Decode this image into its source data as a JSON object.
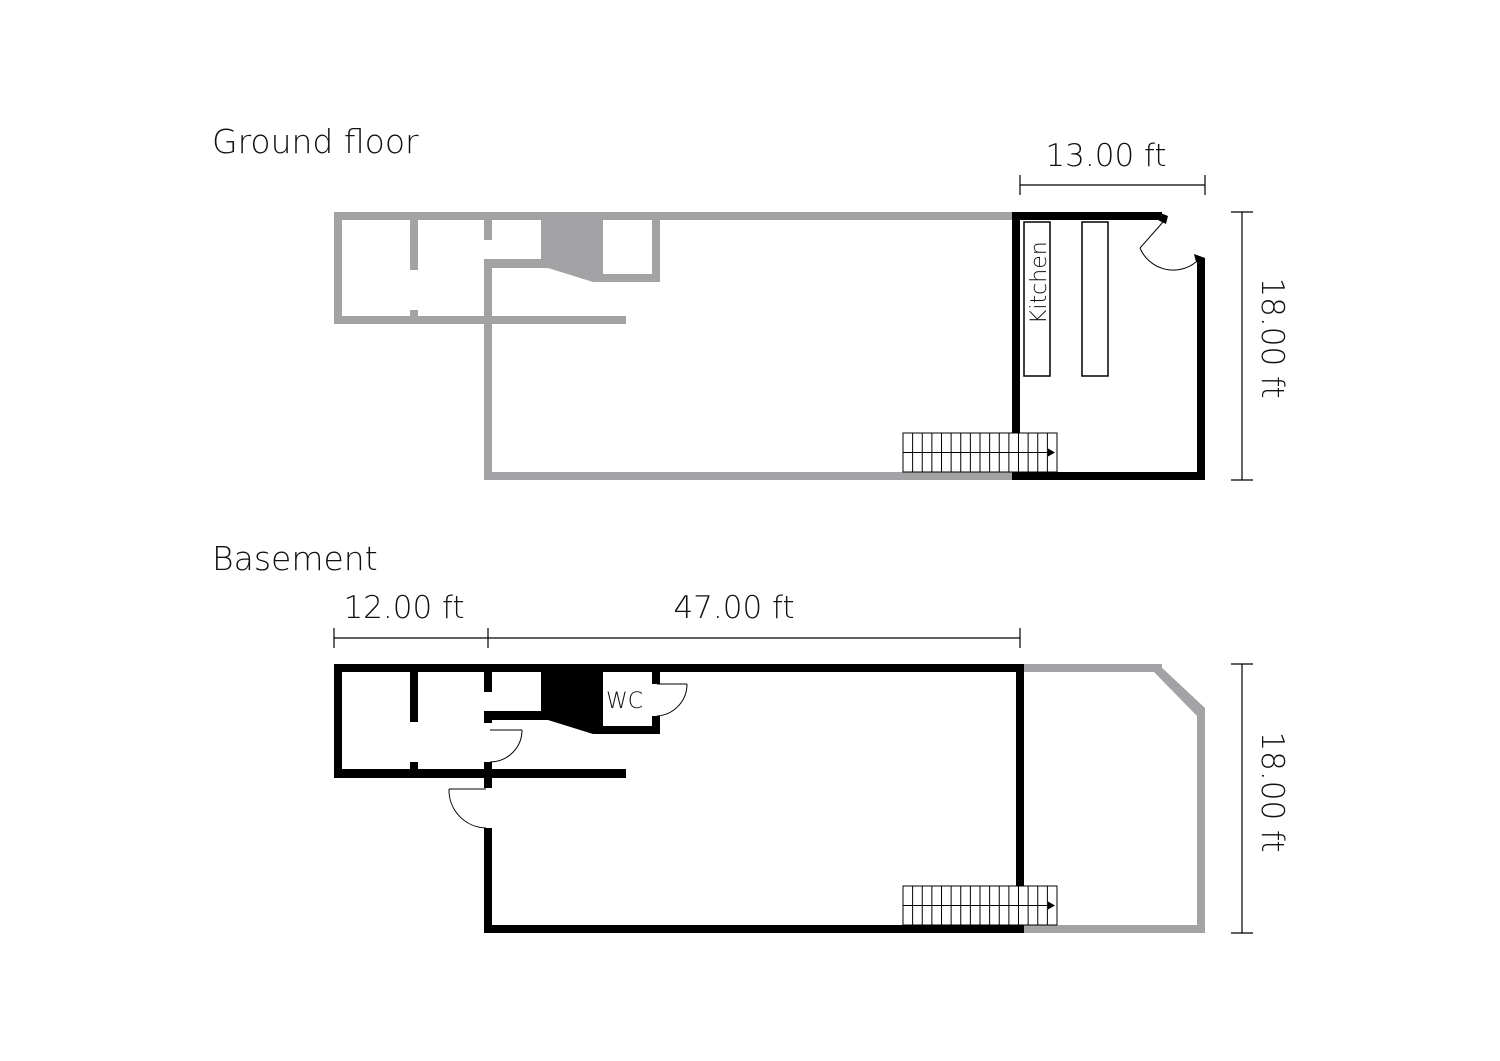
{
  "ground_floor": {
    "title": "Ground floor",
    "width_dimension": "13.00 ft",
    "height_dimension": "18.00 ft",
    "room_label": "Kitchen"
  },
  "basement": {
    "title": "Basement",
    "left_dimension": "12.00 ft",
    "main_dimension": "47.00 ft",
    "height_dimension": "18.00 ft",
    "room_label": "WC"
  },
  "colors": {
    "active_wall": "#000000",
    "other_floor_wall": "#a3a3a5"
  }
}
